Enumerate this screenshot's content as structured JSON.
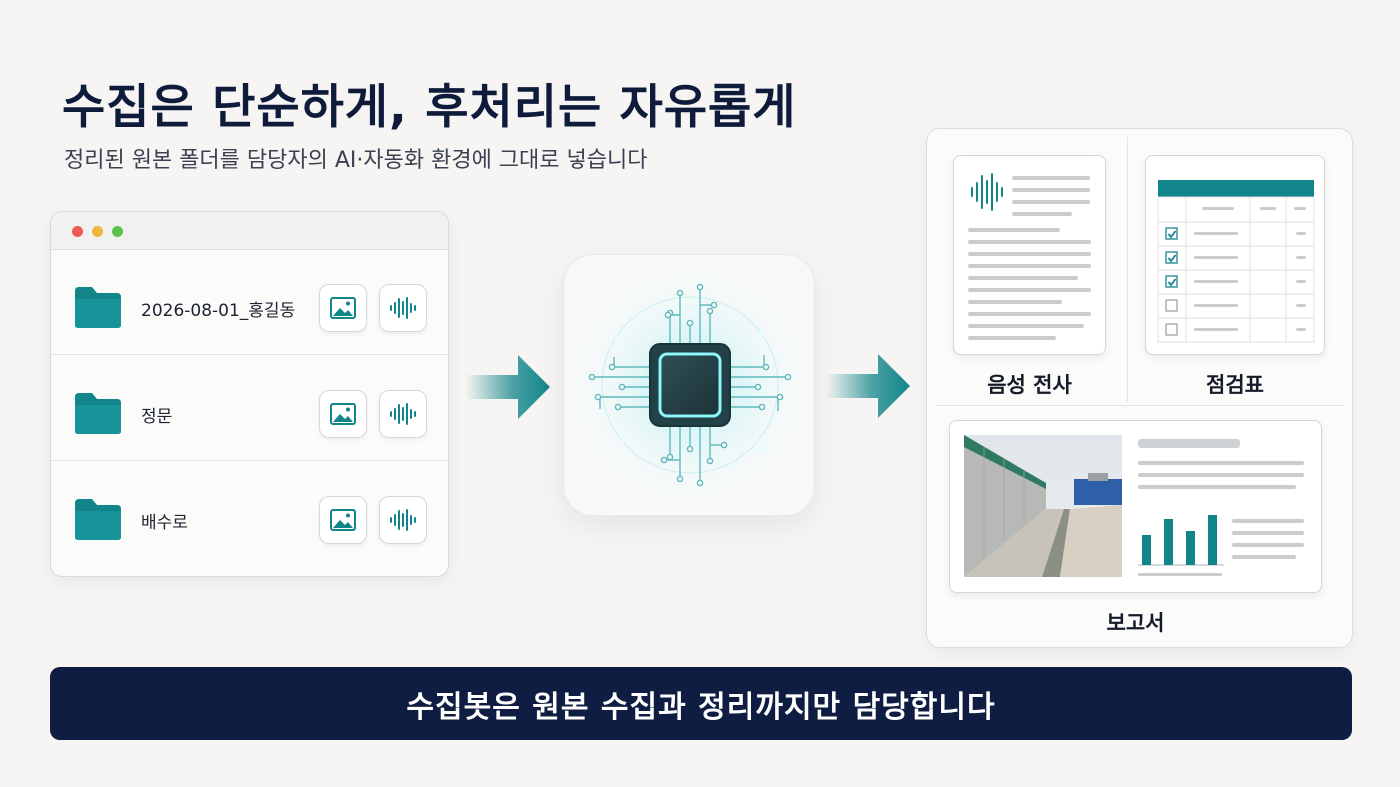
{
  "header": {
    "title": "수집은 단순하게, 후처리는 자유롭게",
    "subtitle": "정리된 원본 폴더를 담당자의 AI·자동화 환경에 그대로 넣습니다"
  },
  "folders": [
    {
      "name": "2026-08-01_홍길동",
      "icons": [
        "image-icon",
        "audio-waveform-icon"
      ]
    },
    {
      "name": "정문",
      "icons": [
        "image-icon",
        "audio-waveform-icon"
      ]
    },
    {
      "name": "배수로",
      "icons": [
        "image-icon",
        "audio-waveform-icon"
      ]
    }
  ],
  "processor": {
    "icon": "ai-chip-icon"
  },
  "outputs": {
    "transcript_label": "음성 전사",
    "checklist_label": "점검표",
    "report_label": "보고서",
    "checklist_states": [
      true,
      true,
      true,
      false,
      false
    ]
  },
  "colors": {
    "accent": "#12858a",
    "banner": "#0e1d41",
    "background": "#f6f5f3"
  },
  "banner": {
    "text": "수집봇은 원본 수집과 정리까지만 담당합니다"
  }
}
